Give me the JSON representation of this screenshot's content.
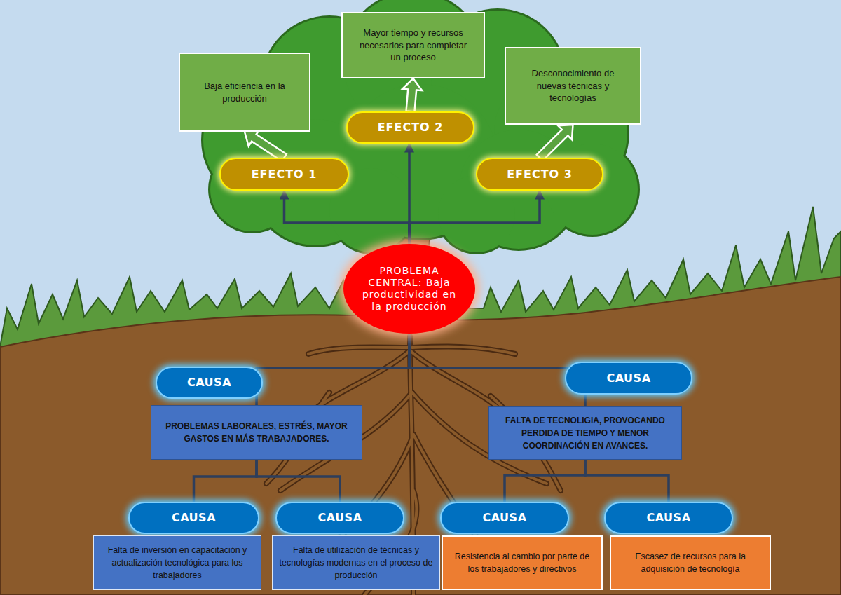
{
  "diagram": {
    "nodes": [
      {
        "text": [
          "Baja eficiencia en la producción"
        ]
      },
      {
        "text": [
          "Mayor tiempo y recursos necesarios para completar un proceso"
        ]
      },
      {
        "text": [
          "Desconocimiento de nuevas técnicas y tecnologías"
        ]
      },
      {
        "text": [
          "EFECTO 1"
        ]
      },
      {
        "text": [
          "EFECTO 2"
        ]
      },
      {
        "text": [
          "EFECTO 3"
        ]
      },
      {
        "text": [
          "PROBLEMA CENTRAL: Baja productividad en la producción"
        ]
      },
      {
        "text": [
          "CAUSA"
        ]
      },
      {
        "text": [
          "CAUSA"
        ]
      },
      {
        "text": [
          "PROBLEMAS LABORALES, ESTRÉS, MAYOR GASTOS EN MÁS TRABAJADORES."
        ]
      },
      {
        "text": [
          "FALTA DE TECNOLIGIA, PROVOCANDO PERDIDA DE TIEMPO Y MENOR COORDINACIÓN EN AVANCES."
        ]
      },
      {
        "text": [
          "CAUSA"
        ]
      },
      {
        "text": [
          "CAUSA"
        ]
      },
      {
        "text": [
          "CAUSA"
        ]
      },
      {
        "text": [
          "CAUSA"
        ]
      },
      {
        "text": [
          "Falta de inversión en capacitación y actualización tecnológica para los trabajadores"
        ]
      },
      {
        "text": [
          "Falta de utilización de técnicas y tecnologías modernas en el proceso de producción"
        ]
      },
      {
        "text": [
          "Resistencia al cambio por parte de los trabajadores y directivos"
        ]
      },
      {
        "text": [
          "Escasez de recursos para la adquisición de tecnología"
        ]
      }
    ],
    "edges": [
      {
        "from": 3,
        "to": 0,
        "arrow": "to"
      },
      {
        "from": 4,
        "to": 1,
        "arrow": "to"
      },
      {
        "from": 5,
        "to": 2,
        "arrow": "to"
      },
      {
        "from": 6,
        "to": 3,
        "arrow": "to"
      },
      {
        "from": 6,
        "to": 4,
        "arrow": "to"
      },
      {
        "from": 6,
        "to": 5,
        "arrow": "to"
      },
      {
        "from": 6,
        "to": 9,
        "arrow": "none"
      },
      {
        "from": 6,
        "to": 10,
        "arrow": "none"
      },
      {
        "from": 9,
        "to": 11,
        "arrow": "none"
      },
      {
        "from": 9,
        "to": 12,
        "arrow": "none"
      },
      {
        "from": 10,
        "to": 13,
        "arrow": "none"
      },
      {
        "from": 10,
        "to": 14,
        "arrow": "none"
      }
    ]
  }
}
